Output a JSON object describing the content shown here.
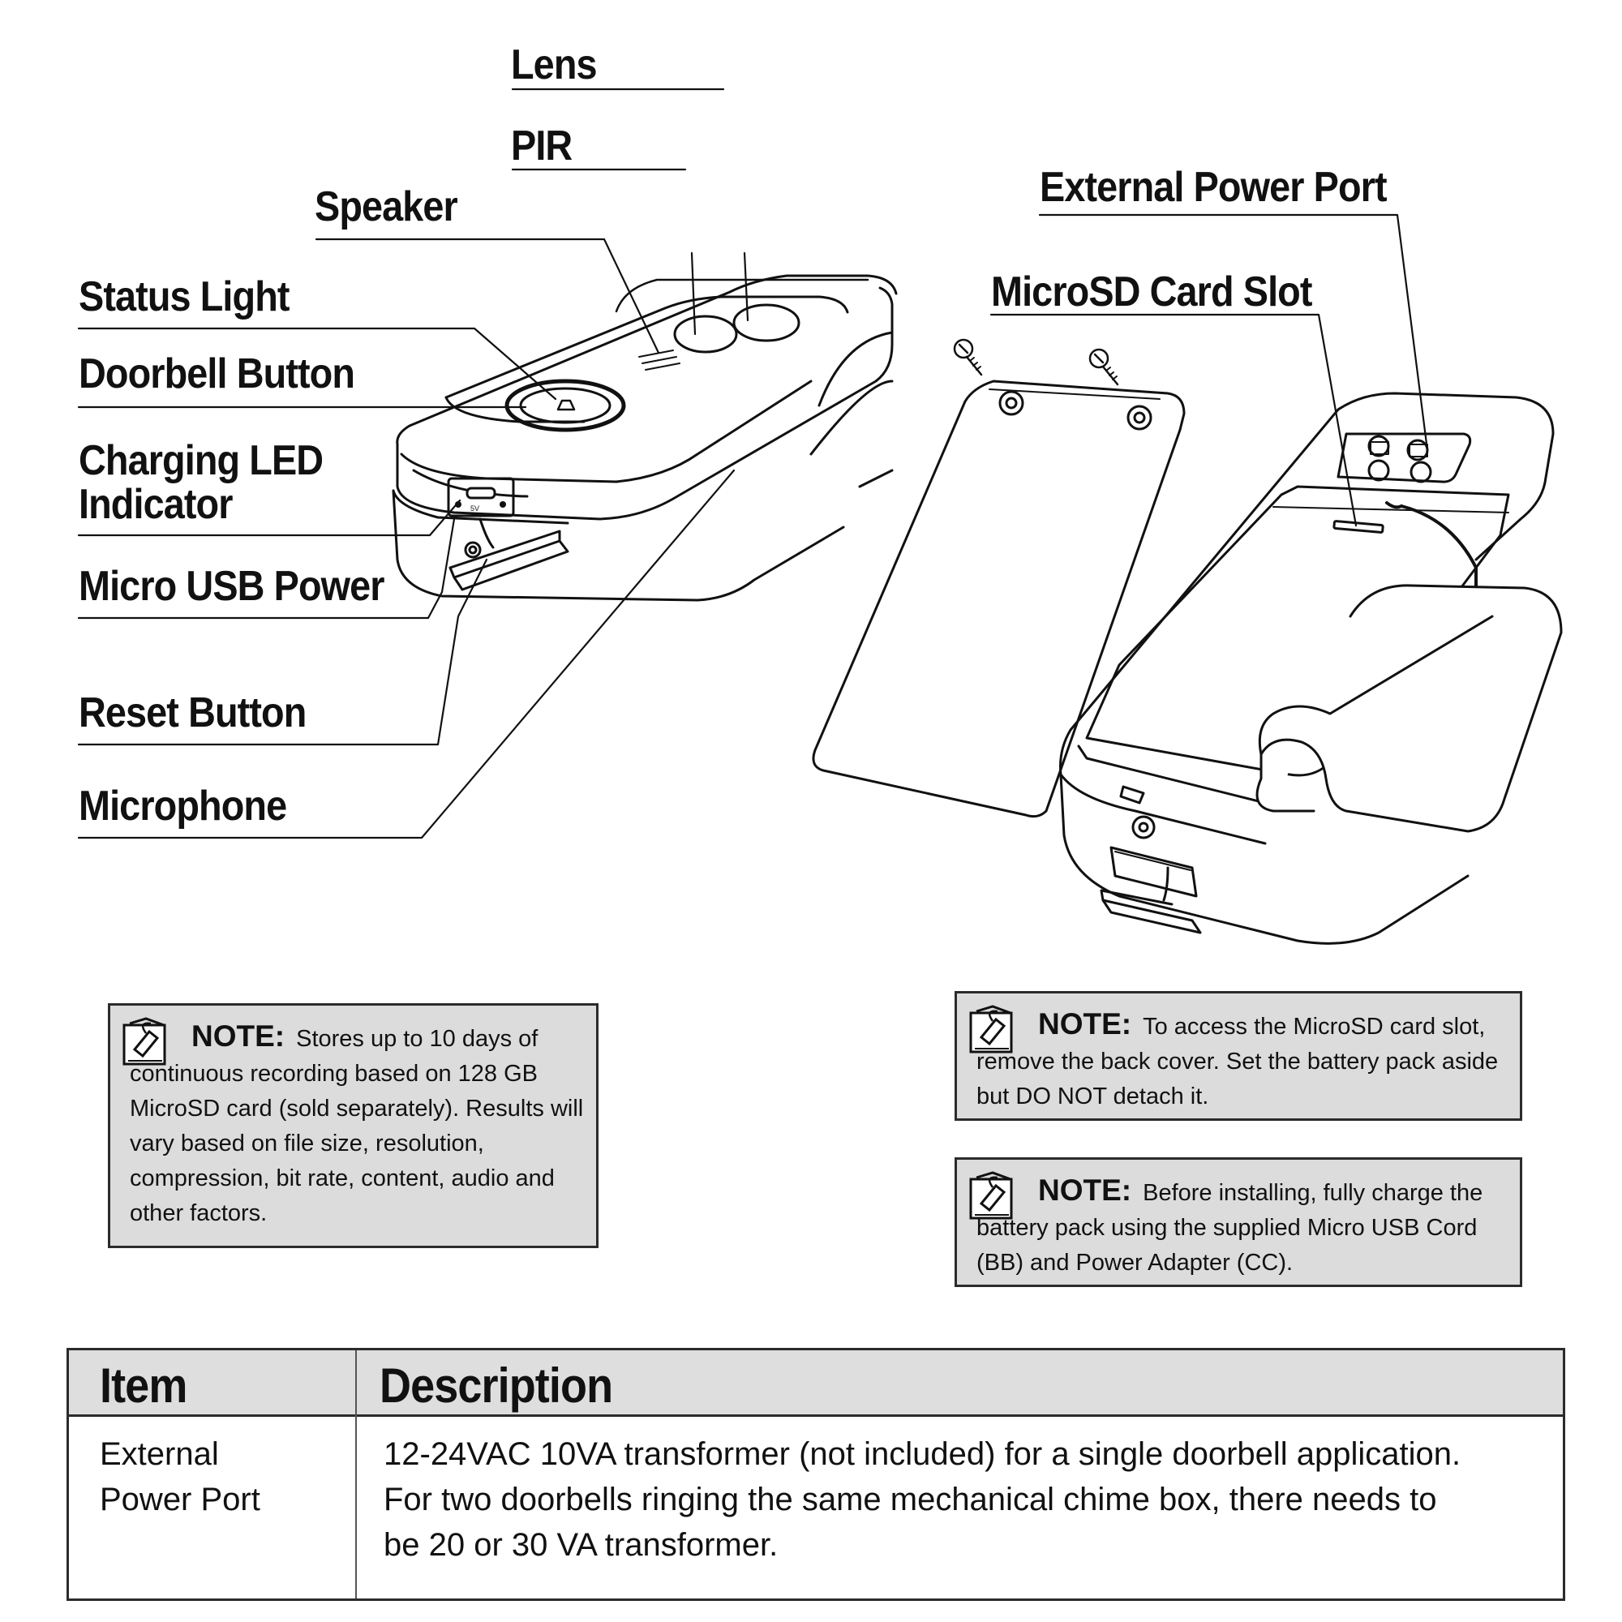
{
  "labels": {
    "lens": "Lens",
    "pir": "PIR",
    "speaker": "Speaker",
    "status_light": "Status Light",
    "doorbell_button": "Doorbell Button",
    "charging_led_line1": "Charging LED",
    "charging_led_line2": "Indicator",
    "micro_usb_power": "Micro USB Power",
    "reset_button": "Reset Button",
    "microphone": "Microphone",
    "external_power_port": "External Power Port",
    "microsd_card_slot": "MicroSD Card Slot"
  },
  "notes": [
    {
      "heading": "NOTE:",
      "text": "Stores up to 10 days of continuous recording based on 128 GB MicroSD card (sold separately). Results will vary based on file size, resolution, compression, bit rate, content, audio and other factors."
    },
    {
      "heading": "NOTE:",
      "text": "To access the MicroSD card slot, remove the back cover. Set the battery pack aside but DO NOT detach it."
    },
    {
      "heading": "NOTE:",
      "text": "Before installing, fully charge the battery pack using the supplied Micro USB Cord (BB) and Power Adapter (CC)."
    }
  ],
  "table": {
    "headers": [
      "Item",
      "Description"
    ],
    "rows": [
      {
        "item_line1": "External",
        "item_line2": "Power Port",
        "desc_line1": "12-24VAC 10VA transformer (not included) for a single doorbell application.",
        "desc_line2": "For two doorbells ringing the same mechanical chime box, there needs to",
        "desc_line3": "be 20 or 30 VA transformer."
      }
    ]
  },
  "icons": [
    "note-icon",
    "screw-icon"
  ]
}
